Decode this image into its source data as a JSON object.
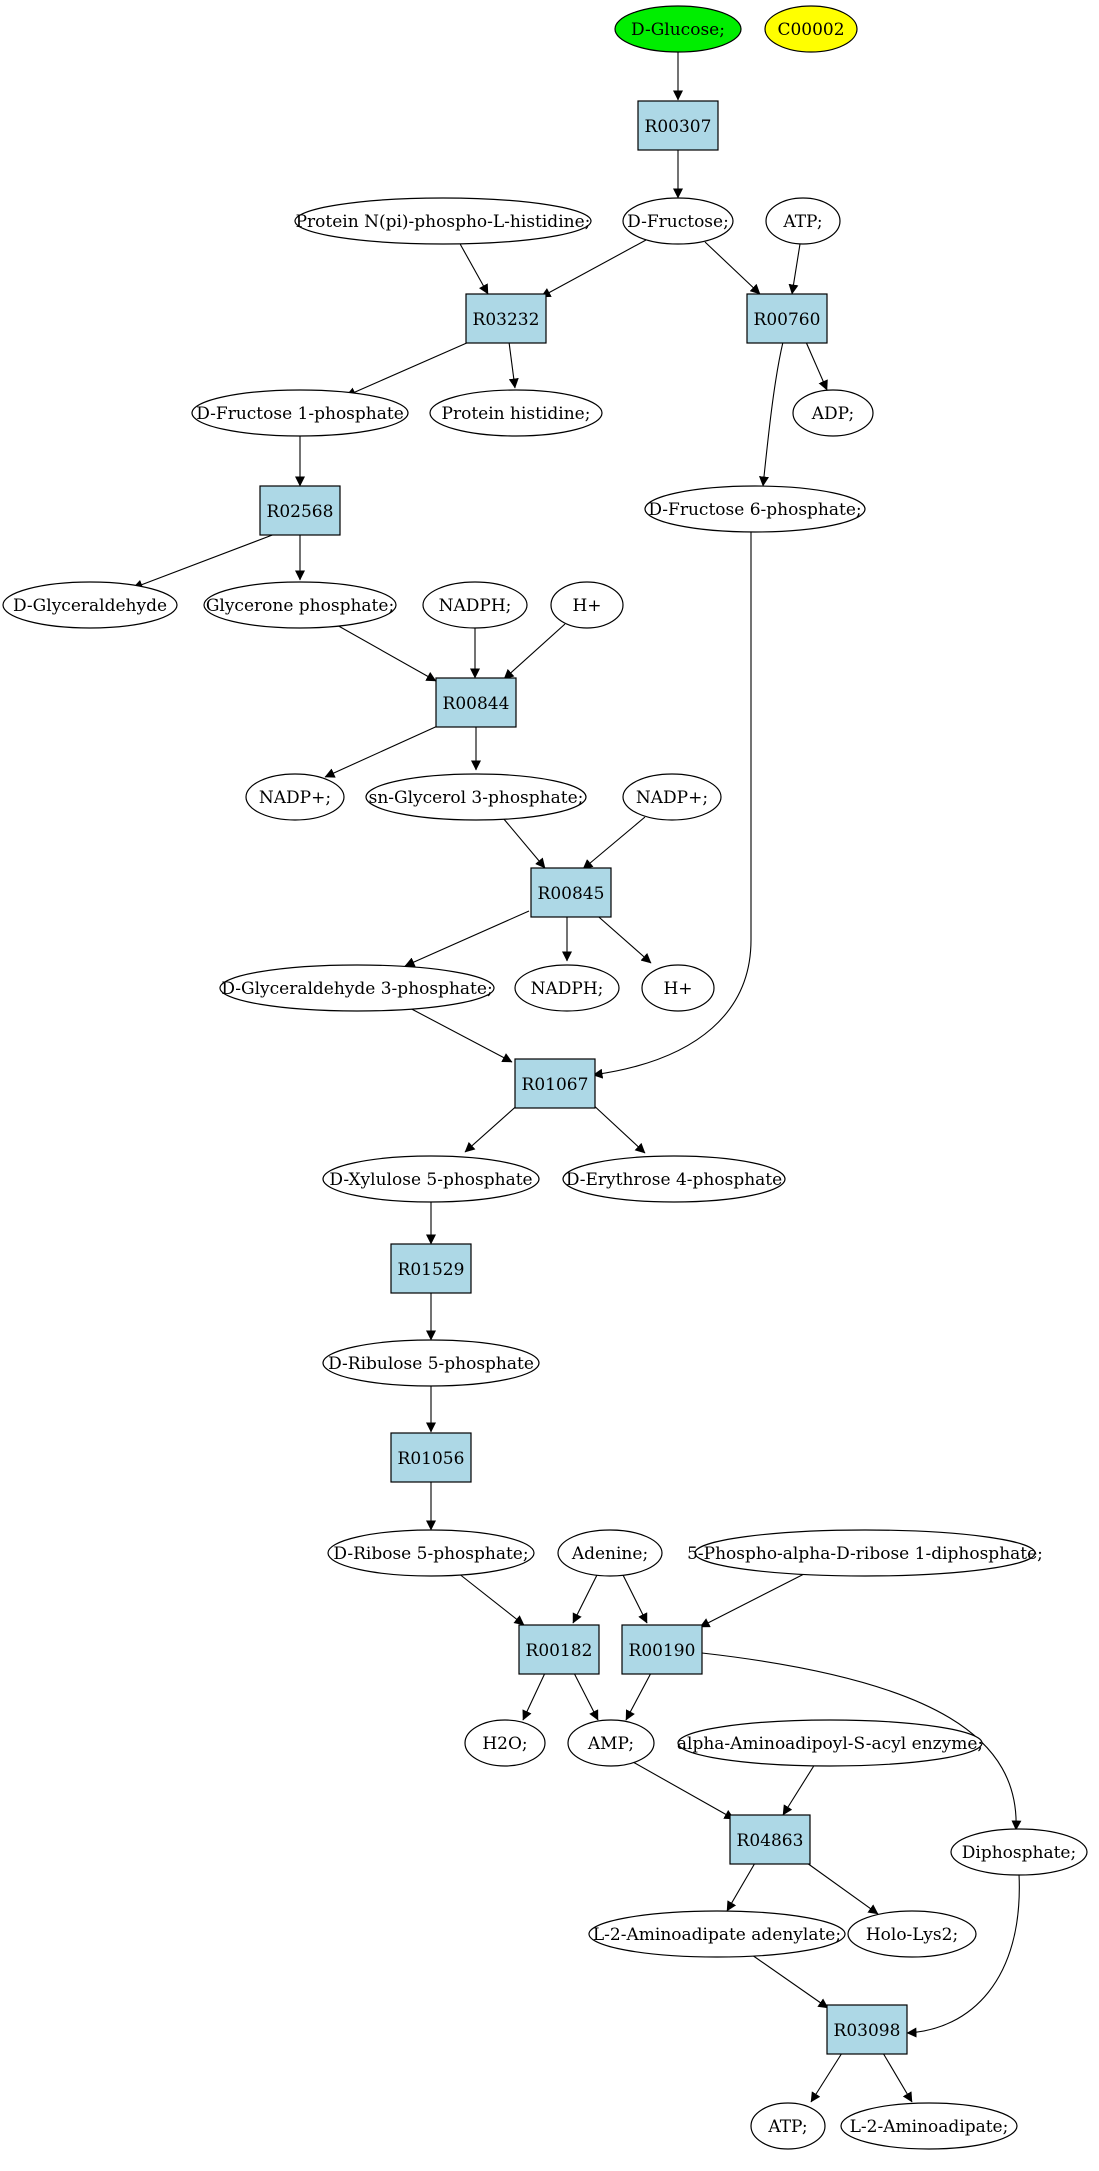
{
  "compounds": {
    "glucose": "D-Glucose;",
    "c00002": "C00002",
    "fructose": "D-Fructose;",
    "protein_nphis": "Protein N(pi)-phospho-L-histidine;",
    "atp1": "ATP;",
    "f1p": "D-Fructose 1-phosphate",
    "prot_his": "Protein histidine;",
    "adp": "ADP;",
    "f6p": "D-Fructose 6-phosphate;",
    "glyceraldehyde": "D-Glyceraldehyde",
    "glycerone_p": "Glycerone phosphate;",
    "nadph1": "NADPH;",
    "hplus1": "H+",
    "nadp1": "NADP+;",
    "g3p_sn": "sn-Glycerol 3-phosphate;",
    "nadp2": "NADP+;",
    "gap": "D-Glyceraldehyde 3-phosphate;",
    "nadph2": "NADPH;",
    "hplus2": "H+",
    "x5p": "D-Xylulose 5-phosphate",
    "e4p": "D-Erythrose 4-phosphate",
    "ru5p": "D-Ribulose 5-phosphate",
    "r5p": "D-Ribose 5-phosphate;",
    "adenine": "Adenine;",
    "prpp": "5-Phospho-alpha-D-ribose 1-diphosphate;",
    "h2o": "H2O;",
    "amp": "AMP;",
    "aminoadipoyl": "alpha-Aminoadipoyl-S-acyl enzyme;",
    "diphosphate": "Diphosphate;",
    "l2aa_adenylate": "L-2-Aminoadipate adenylate;",
    "hololys2": "Holo-Lys2;",
    "atp2": "ATP;",
    "l2aa": "L-2-Aminoadipate;"
  },
  "reactions": {
    "r00307": "R00307",
    "r03232": "R03232",
    "r00760": "R00760",
    "r02568": "R02568",
    "r00844": "R00844",
    "r00845": "R00845",
    "r01067": "R01067",
    "r01529": "R01529",
    "r01056": "R01056",
    "r00182": "R00182",
    "r00190": "R00190",
    "r04863": "R04863",
    "r03098": "R03098"
  },
  "colors": {
    "start_node": "#00ee00",
    "highlight_node": "#ffff00",
    "reaction_node": "#add8e6",
    "compound_node": "#ffffff"
  }
}
